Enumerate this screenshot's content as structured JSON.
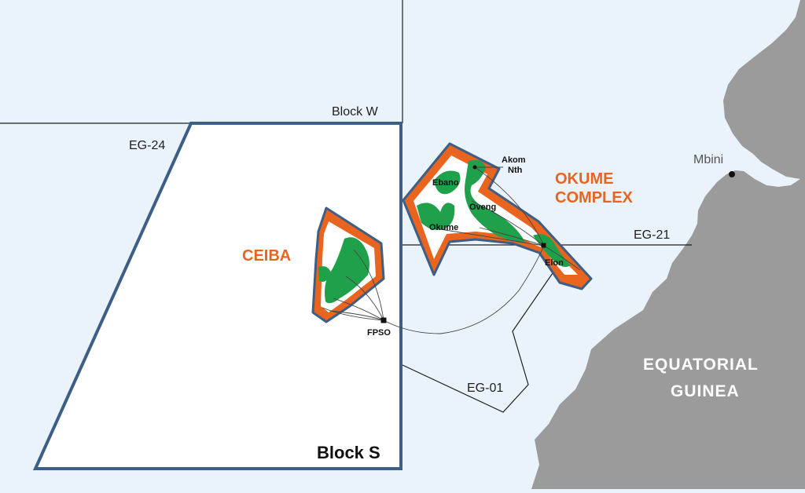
{
  "colors": {
    "sea": "#eaf3fb",
    "land": "#9b9b9b",
    "block_fill": "#ffffff",
    "block_outline": "#3d5f85",
    "field_orange": "#e8641f",
    "field_green": "#1fa04b",
    "boundary_line": "#1f1f1f",
    "pipeline_line": "#555555"
  },
  "block_labels": {
    "block_w": "Block W",
    "eg24": "EG-24",
    "eg21": "EG-21",
    "eg01": "EG-01",
    "block_s": "Block S"
  },
  "fields": {
    "ceiba": "CEIBA",
    "okume_line1": "OKUME",
    "okume_line2": "COMPLEX"
  },
  "facilities": {
    "fpso": "FPSO",
    "akom_line1": "Akom",
    "akom_line2": "Nth",
    "ebano": "Ebano",
    "oveng": "Oveng",
    "okume": "Okume",
    "elon": "Elon"
  },
  "land": {
    "town": "Mbini",
    "country_line1": "EQUATORIAL",
    "country_line2": "GUINEA"
  }
}
